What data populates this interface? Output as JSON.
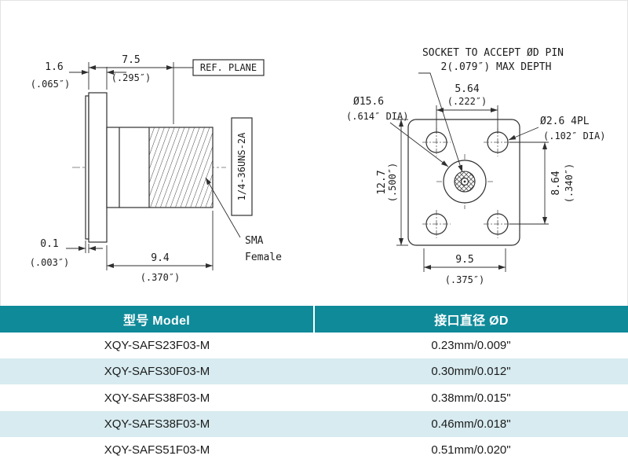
{
  "drawing": {
    "side_view": {
      "dim_top_mm": "7.5",
      "dim_top_in": "(.295″)",
      "dim_flange_mm": "1.6",
      "dim_flange_in": "(.065″)",
      "ref_plane_label": "REF. PLANE",
      "thread_spec": "1/4-36UNS-2A",
      "dim_lip_mm": "0.1",
      "dim_lip_in": "(.003″)",
      "dim_body_mm": "9.4",
      "dim_body_in": "(.370″)",
      "connector_label_line1": "SMA",
      "connector_label_line2": "Female"
    },
    "front_view": {
      "socket_note_line1": "SOCKET TO ACCEPT ØD PIN",
      "socket_note_line2": "2(.079″) MAX DEPTH",
      "dia_outer_mm": "Ø15.6",
      "dia_outer_in": "(.614″ DIA)",
      "dim_hole_span_mm": "5.64",
      "dim_hole_span_in": "(.222″)",
      "dia_mount_holes_mm": "Ø2.6 4PL",
      "dia_mount_holes_in": "(.102″ DIA)",
      "dim_height_mm": "12.7",
      "dim_height_in": "(.500″)",
      "dim_vert_span_mm": "8.64",
      "dim_vert_span_in": "(.340″)",
      "dim_bottom_mm": "9.5",
      "dim_bottom_in": "(.375″)"
    }
  },
  "table": {
    "headers": [
      "型号 Model",
      "接口直径 ØD"
    ],
    "rows": [
      [
        "XQY-SAFS23F03-M",
        "0.23mm/0.009\""
      ],
      [
        "XQY-SAFS30F03-M",
        "0.30mm/0.012\""
      ],
      [
        "XQY-SAFS38F03-M",
        "0.38mm/0.015\""
      ],
      [
        "XQY-SAFS38F03-M",
        "0.46mm/0.018\""
      ],
      [
        "XQY-SAFS51F03-M",
        "0.51mm/0.020\""
      ]
    ]
  },
  "colors": {
    "header_bg": "#0f8a99",
    "header_text": "#ffffff",
    "row_alt_bg": "#d7ebf0",
    "drawing_line": "#2f2f2f"
  }
}
